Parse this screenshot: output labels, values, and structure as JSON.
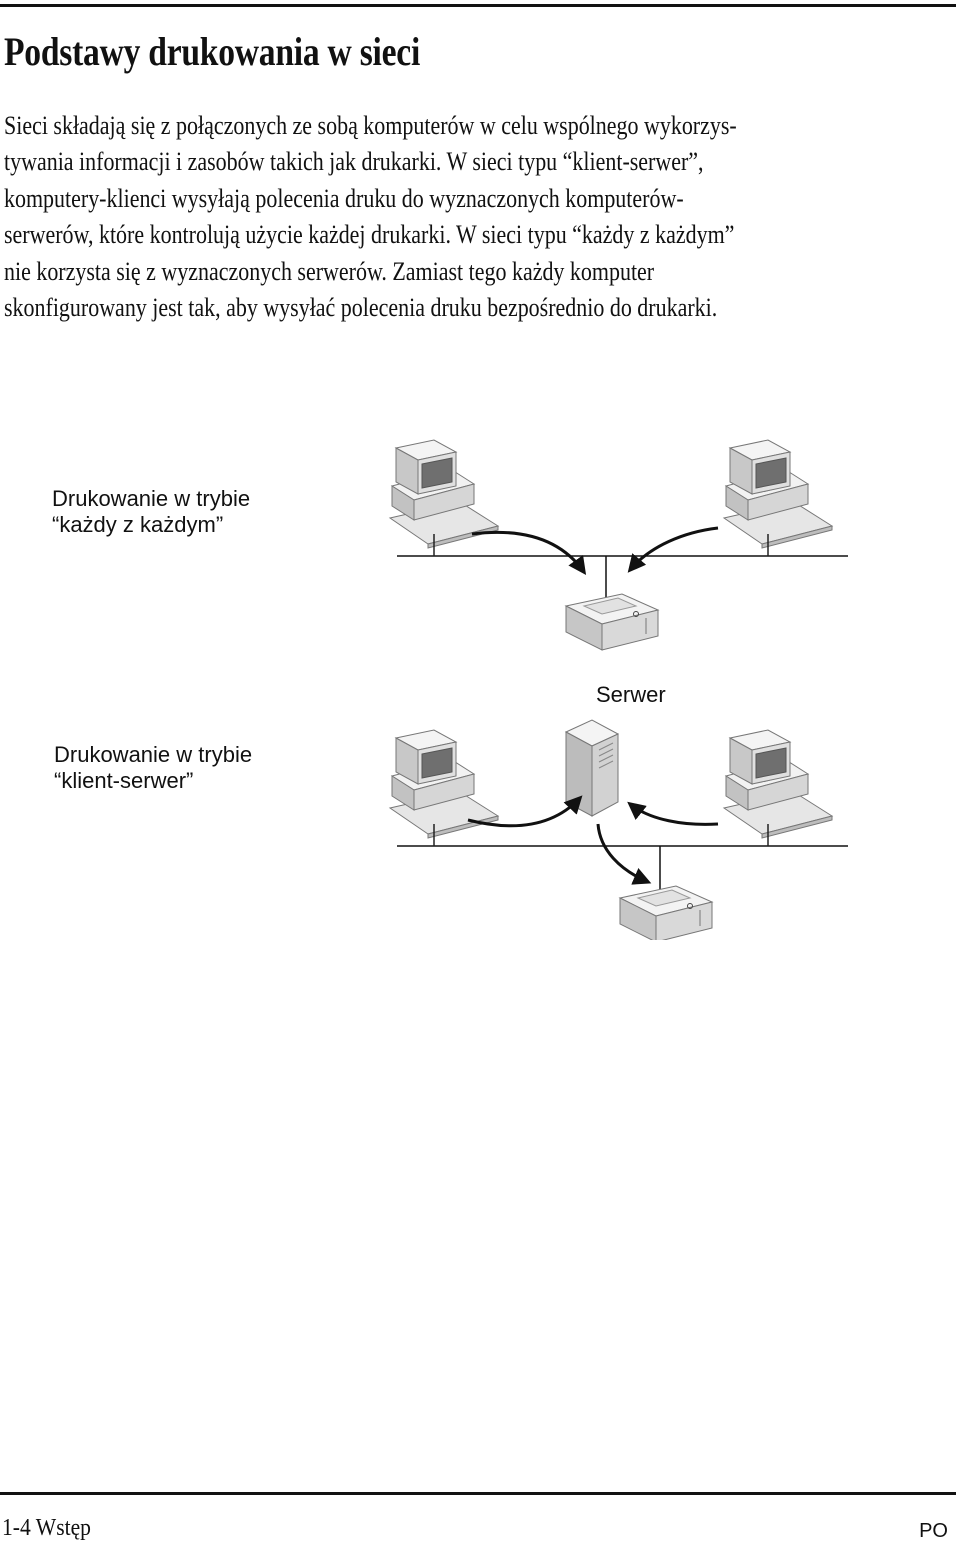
{
  "page": {
    "title": "Podstawy drukowania w sieci",
    "paragraph_lines": [
      "Sieci składają się z połączonych ze sobą komputerów w celu wspólnego wykorzys-",
      "tywania informacji i zasobów takich jak drukarki. W sieci typu “klient-serwer”,",
      "komputery-klienci wysyłają polecenia druku do wyznaczonych komputerów-",
      "serwerów, które kontrolują użycie każdej drukarki. W sieci typu “każdy z każdym”",
      "nie korzysta się z wyznaczonych serwerów. Zamiast tego każdy komputer",
      "skonfigurowany jest tak, aby wysyłać polecenia druku bezpośrednio do drukarki."
    ]
  },
  "diagram": {
    "peer_label_line1": "Drukowanie w trybie",
    "peer_label_line2": "“każdy z każdym”",
    "client_label_line1": "Drukowanie w trybie",
    "client_label_line2": "“klient-serwer”",
    "server_label": "Serwer",
    "icons": [
      "computer-icon",
      "printer-icon",
      "server-icon",
      "arrow"
    ]
  },
  "footer": {
    "left": "1-4 Wstęp",
    "right": "PO"
  }
}
